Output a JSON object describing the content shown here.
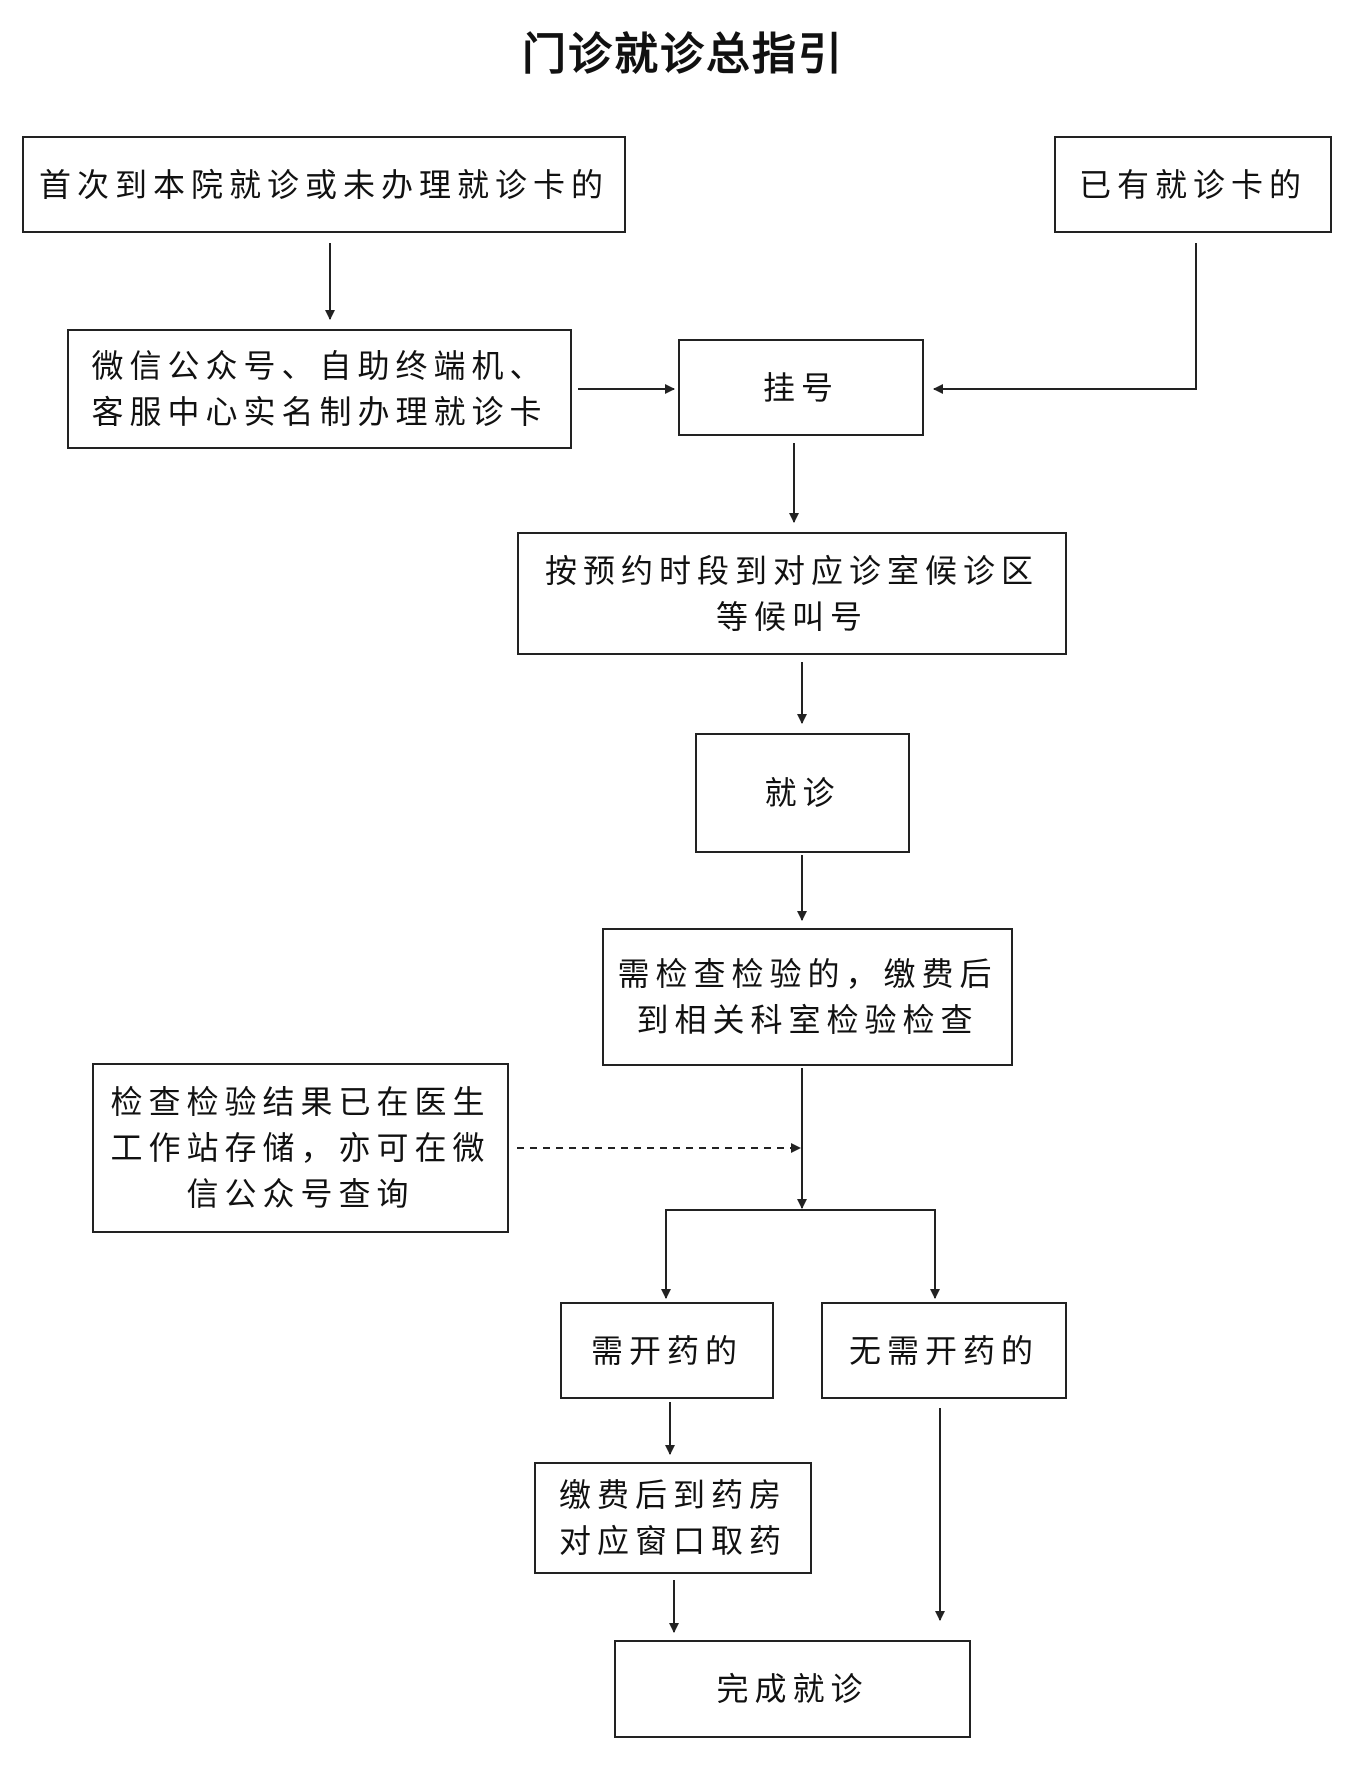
{
  "title": "门诊就诊总指引",
  "nodes": {
    "first_visit": "首次到本院就诊或未办理就诊卡的",
    "has_card": "已有就诊卡的",
    "get_card": "微信公众号、自助终端机、\n客服中心实名制办理就诊卡",
    "register": "挂号",
    "wait": "按预约时段到对应诊室候诊区\n等候叫号",
    "consult": "就诊",
    "exam": "需检查检验的，缴费后\n到相关科室检验检查",
    "results": "检查检验结果已在医生\n工作站存储，亦可在微\n信公众号查询",
    "need_med": "需开药的",
    "no_med": "无需开药的",
    "pharmacy": "缴费后到药房\n对应窗口取药",
    "done": "完成就诊"
  },
  "colors": {
    "line": "#222222",
    "background": "#ffffff"
  }
}
